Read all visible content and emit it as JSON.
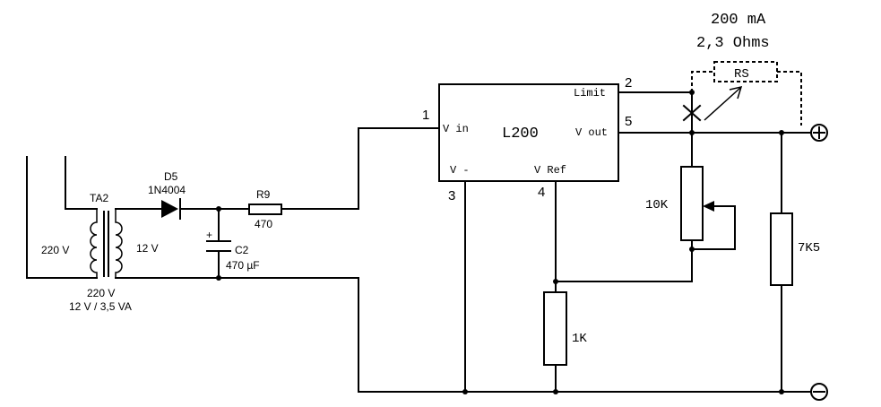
{
  "transformer": {
    "ref": "TA2",
    "primary": "220 V",
    "secondary": "12 V",
    "rating_line1": "220 V",
    "rating_line2": "12 V / 3,5 VA"
  },
  "diode": {
    "ref": "D5",
    "part": "1N4004"
  },
  "resistor_r9": {
    "ref": "R9",
    "value": "470"
  },
  "capacitor": {
    "ref": "C2",
    "value": "470 µF",
    "polarity": "+"
  },
  "ic": {
    "name": "L200",
    "pin_vin": "V in",
    "pin_limit": "Limit",
    "pin_vout": "V out",
    "pin_vminus": "V -",
    "pin_vref": "V Ref",
    "num_1": "1",
    "num_2": "2",
    "num_3": "3",
    "num_4": "4",
    "num_5": "5"
  },
  "sense": {
    "current": "200 mA",
    "resistance": "2,3 Ohms",
    "ref": "RS"
  },
  "pot": {
    "value": "10K"
  },
  "r_1k": {
    "value": "1K"
  },
  "r_7k5": {
    "value": "7K5"
  },
  "terminals": {
    "plus": "+",
    "minus": "−"
  }
}
